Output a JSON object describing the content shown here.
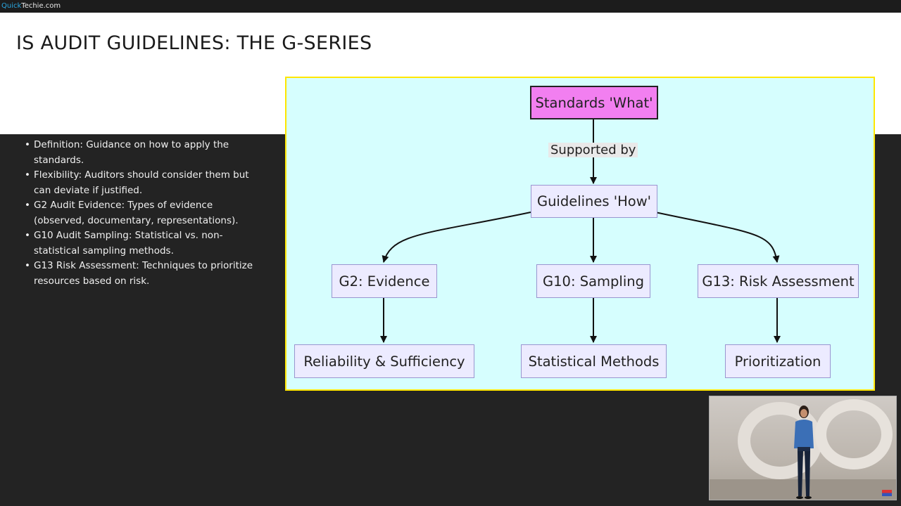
{
  "brand": {
    "part1": "Quick",
    "part2": "Techie.com"
  },
  "slide": {
    "title": "IS AUDIT GUIDELINES: THE G-SERIES"
  },
  "bullets": [
    "Definition: Guidance on how to apply the standards.",
    "Flexibility: Auditors should consider them but can deviate if justified.",
    "G2 Audit Evidence: Types of evidence (observed, documentary, representations).",
    "G10 Audit Sampling: Statistical vs. non-statistical sampling methods.",
    "G13 Risk Assessment: Techniques to prioritize resources based on risk."
  ],
  "diagram": {
    "top": "Standards 'What'",
    "edge_label": "Supported by",
    "middle": "Guidelines 'How'",
    "level2": [
      "G2: Evidence",
      "G10: Sampling",
      "G13: Risk Assessment"
    ],
    "level3": [
      "Reliability & Sufficiency",
      "Statistical Methods",
      "Prioritization"
    ]
  },
  "colors": {
    "diagram_background": "#d6fefe",
    "diagram_border": "#ffe600",
    "top_node_fill": "#f27ff0",
    "node_fill": "#ecebff",
    "brand_accent": "#2aa7e0"
  },
  "icons": {
    "webcam": "presenter-video",
    "flag": "flag-icon"
  }
}
